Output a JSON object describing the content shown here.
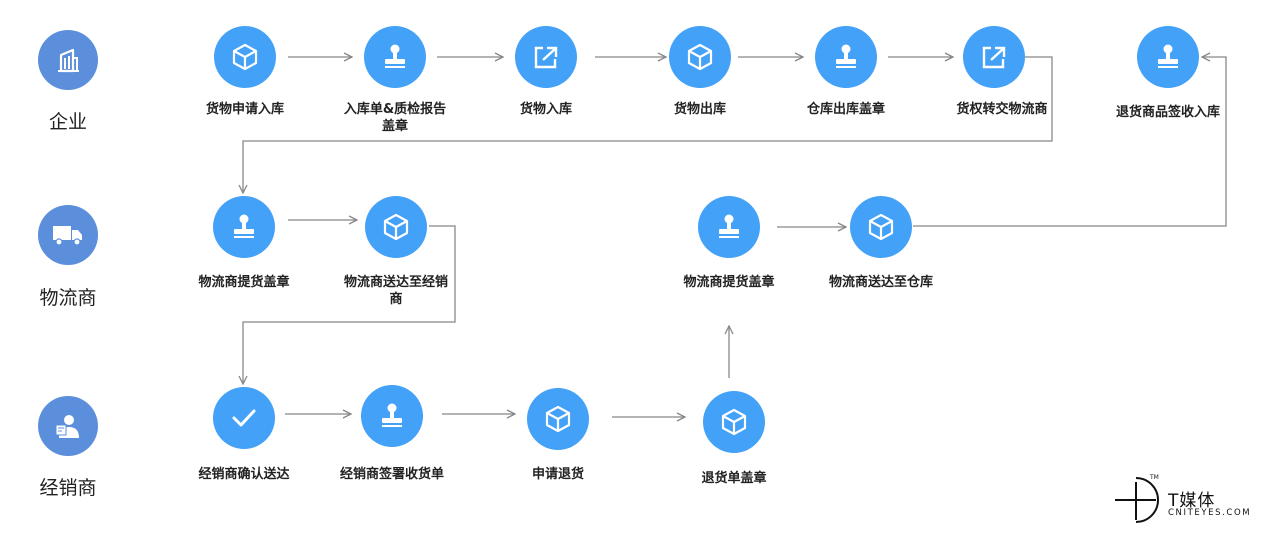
{
  "lanes": [
    {
      "label": "企业",
      "icon": "building-icon"
    },
    {
      "label": "物流商",
      "icon": "truck-icon"
    },
    {
      "label": "经销商",
      "icon": "person-icon"
    }
  ],
  "nodes": [
    {
      "label": "货物申请入库",
      "icon": "box-icon"
    },
    {
      "label": "入库单&质检报告盖章",
      "icon": "stamp-icon"
    },
    {
      "label": "货物入库",
      "icon": "share-arrow-icon"
    },
    {
      "label": "货物出库",
      "icon": "box-icon"
    },
    {
      "label": "仓库出库盖章",
      "icon": "stamp-icon"
    },
    {
      "label": "货权转交物流商",
      "icon": "share-arrow-icon"
    },
    {
      "label": "退货商品签收入库",
      "icon": "stamp-icon"
    },
    {
      "label": "物流商提货盖章",
      "icon": "stamp-icon"
    },
    {
      "label": "物流商送达至经销商",
      "icon": "box-icon"
    },
    {
      "label": "物流商提货盖章",
      "icon": "stamp-icon"
    },
    {
      "label": "物流商送达至仓库",
      "icon": "box-icon"
    },
    {
      "label": "经销商确认送达",
      "icon": "check-icon"
    },
    {
      "label": "经销商签署收货单",
      "icon": "stamp-icon"
    },
    {
      "label": "申请退货",
      "icon": "box-icon"
    },
    {
      "label": "退货单盖章",
      "icon": "box-icon"
    }
  ],
  "logo": {
    "name": "T媒体",
    "sub": "CNITEYES.COM",
    "tm": "TM"
  },
  "colors": {
    "node": "#43a1f7",
    "lane": "#5b8fdc",
    "arrow": "#888888"
  }
}
